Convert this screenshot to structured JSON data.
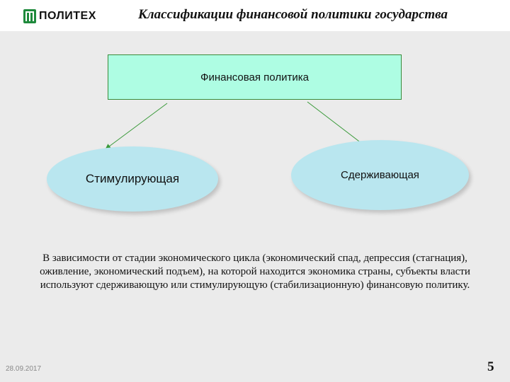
{
  "header": {
    "logo_text": "ПОЛИТЕХ",
    "title": "Классификации финансовой политики государства"
  },
  "diagram": {
    "root": "Финансовая политика",
    "left": "Стимулирующая",
    "right": "Сдерживающая"
  },
  "description": "В зависимости от стадии экономического цикла (экономический спад, депрессия (стагнация), оживление, экономический подъем), на которой находится экономика страны, субъекты власти используют сдерживающую или стимулирующую (стабилизационную) финансовую политику.",
  "footer": {
    "date": "28.09.2017",
    "page_number": "5"
  },
  "colors": {
    "box_fill": "#aefde3",
    "ellipse_fill": "#b9e6ef",
    "arrow": "#3a9a3a",
    "logo": "#1f8a3c"
  }
}
